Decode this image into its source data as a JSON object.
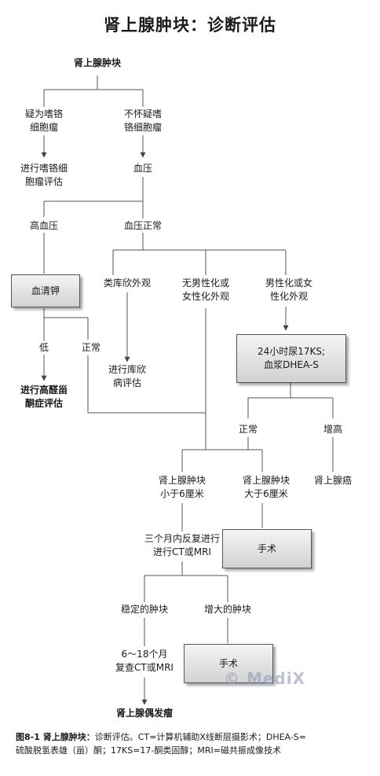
{
  "title": "肾上腺肿块：诊断评估",
  "nodes": {
    "root": "肾上腺肿块",
    "suspect_pheo": [
      "疑为嗜铬",
      "细胞瘤"
    ],
    "not_suspect_pheo": [
      "不怀疑嗜",
      "铬细胞瘤"
    ],
    "eval_pheo": [
      "进行嗜铬细",
      "胞瘤评估"
    ],
    "bp": "血压",
    "hypertension": "高血压",
    "bp_normal": "血压正常",
    "serum_k": "血清钾",
    "cushingoid": "类库欣外观",
    "no_virilization": [
      "无男性化或",
      "女性化外观"
    ],
    "virilization": [
      "男性化或女",
      "性化外观"
    ],
    "low": "低",
    "k_normal": "正常",
    "eval_aldo": [
      "进行高醛甾",
      "酮症评估"
    ],
    "eval_cushing": [
      "进行库欣",
      "病评估"
    ],
    "urine_17ks": [
      "24小时尿17KS;",
      "血浆DHEA-S"
    ],
    "ks_normal": "正常",
    "ks_high": "增高",
    "adrenal_cancer": "肾上腺癌",
    "mass_small": [
      "肾上腺肿块",
      "小于6厘米"
    ],
    "mass_large": [
      "肾上腺肿块",
      "大于6厘米"
    ],
    "surgery1": "手术",
    "repeat_ct": [
      "三个月内反复进行",
      "进行CT或MRI"
    ],
    "stable": "稳定的肿块",
    "enlarging": "增大的肿块",
    "recheck": [
      "6～18个月",
      "复查CT或MRI"
    ],
    "surgery2": "手术",
    "incidentaloma": "肾上腺偶发瘤"
  },
  "watermark": "© MediX",
  "caption": {
    "label": "图8-1   肾上腺肿块：",
    "text1": "诊断评估。CT=计算机辅助X线断层摄影术；DHEA-S=",
    "text2": "硫酸脱氢表雄（甾）酮；17KS=17-酮类固醇；MRI=磁共振成像技术"
  },
  "colors": {
    "line": "#555555",
    "arrow": "#444444",
    "box_top": "#f4f4f4",
    "box_bottom": "#d2d2d2"
  }
}
